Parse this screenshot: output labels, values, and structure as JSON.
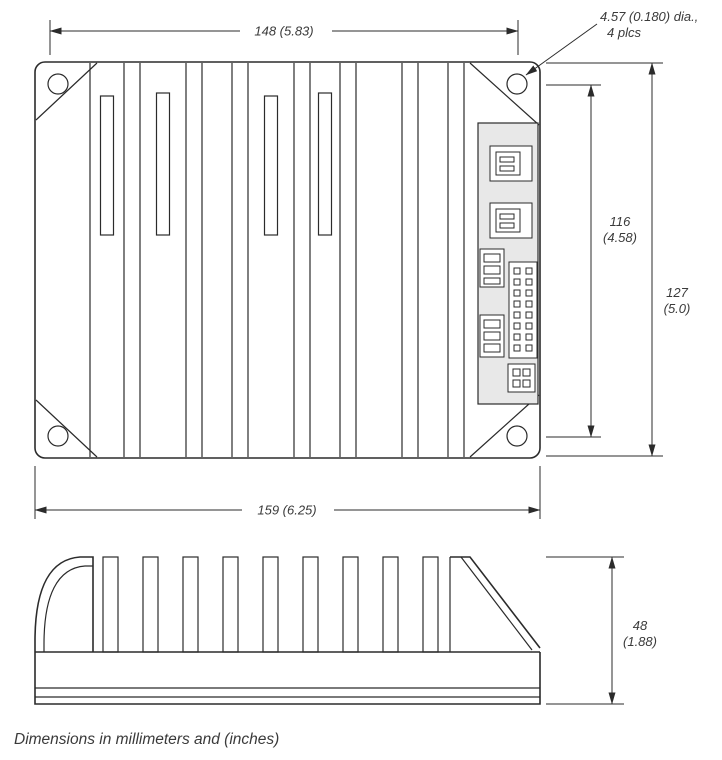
{
  "page": {
    "footnote": "Dimensions in millimeters and (inches)"
  },
  "dimension_labels": {
    "top_width": "148 (5.83)",
    "hole_callout_line1": "4.57 (0.180) dia.,",
    "hole_callout_line2": "4 plcs",
    "inner_height_mm": "116",
    "inner_height_in": "(4.58)",
    "overall_height_mm": "127",
    "overall_height_in": "(5.0)",
    "overall_width": "159 (6.25)",
    "side_height_mm": "48",
    "side_height_in": "(1.88)"
  },
  "colors": {
    "line": "#2b2b2b",
    "text": "#3a3a3a",
    "panel_fill": "#e8e8e8",
    "connector_fill": "#ffffff",
    "background": "#ffffff"
  }
}
